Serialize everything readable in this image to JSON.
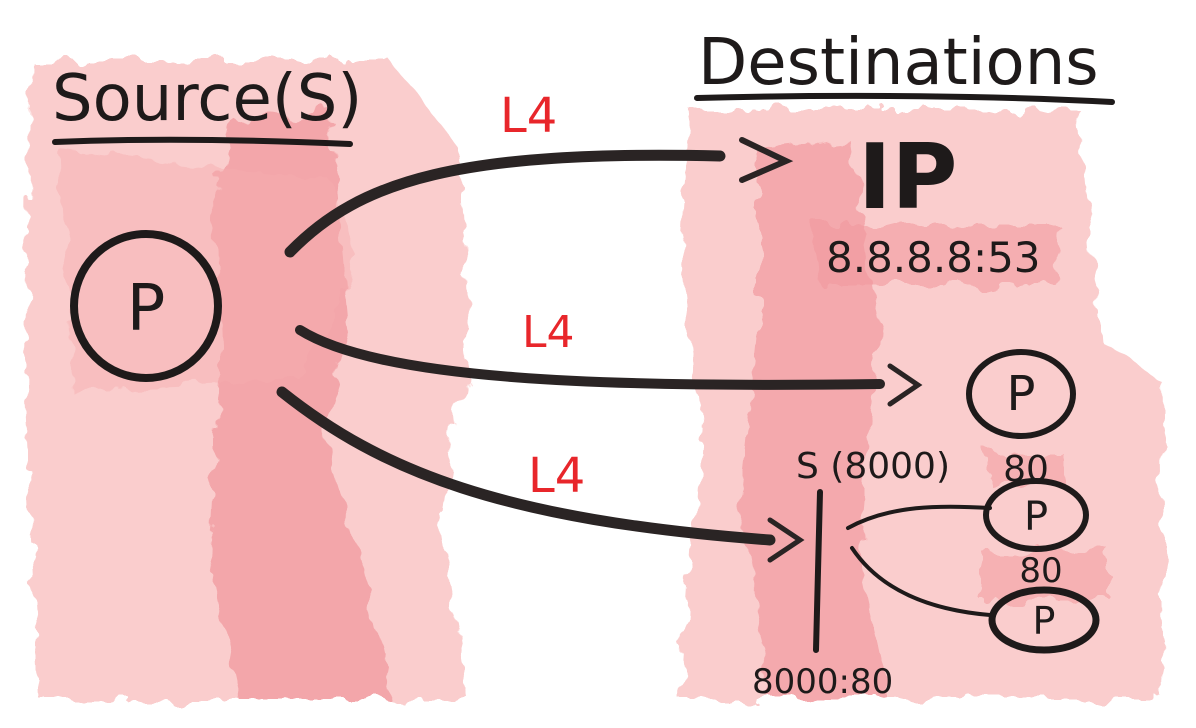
{
  "headings": {
    "source": "Source(S)",
    "destinations": "Destinations"
  },
  "edge_labels": [
    "L4",
    "L4",
    "L4"
  ],
  "source_node": {
    "label": "P"
  },
  "ip_destination": {
    "label": "IP",
    "address": "8.8.8.8:53"
  },
  "pod_destination": {
    "label": "P",
    "port": "80"
  },
  "service_destination": {
    "label": "S (8000)",
    "port_mapping": "8000:80",
    "backends": [
      {
        "label": "P",
        "port": "80"
      },
      {
        "label": "P"
      }
    ]
  },
  "colors": {
    "wash_light": "#f7b8b8",
    "wash_dark": "#f08a8f",
    "ink": "#1e1a1a",
    "accent_red": "#e8262b"
  }
}
